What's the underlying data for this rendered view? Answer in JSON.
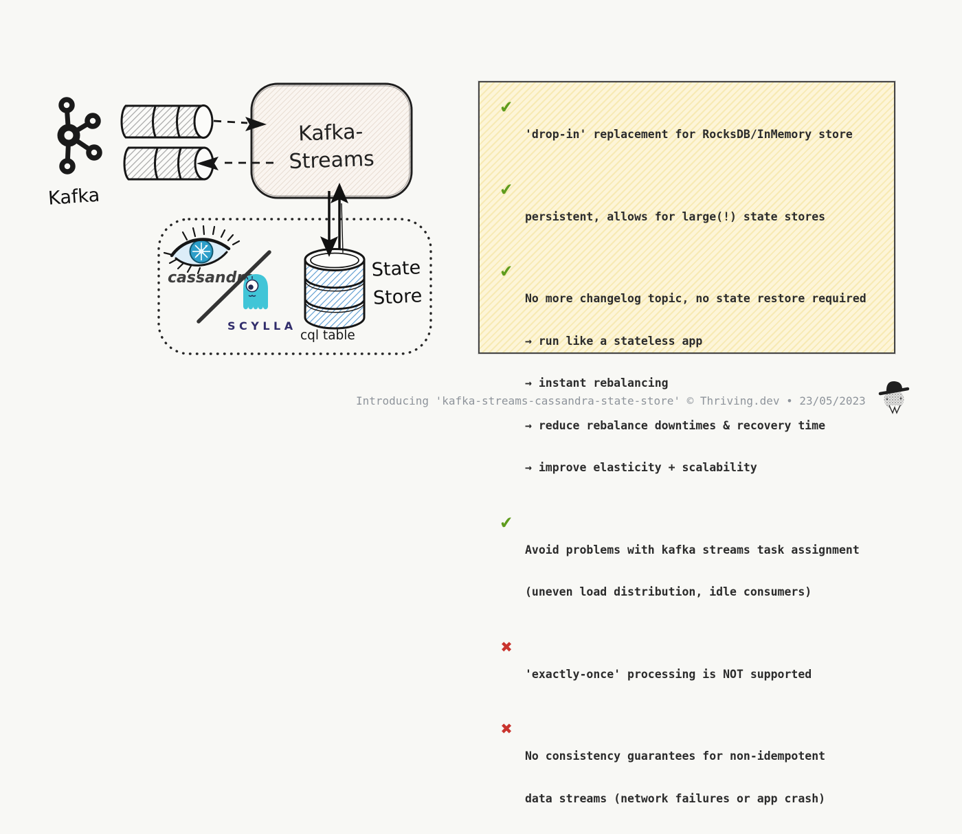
{
  "diagram": {
    "kafka_label": "Kafka",
    "kafka_streams_line1": "Kafka-",
    "kafka_streams_line2": "Streams",
    "state_store_line1": "State",
    "state_store_line2": "Store",
    "cql_table_label": "cql table",
    "cassandra_label": "cassandra",
    "scylla_label": "SCYLLA"
  },
  "notes": {
    "items": [
      {
        "icon": "checkmark",
        "glyph": "✔",
        "lines": [
          "'drop-in' replacement for RocksDB/InMemory store"
        ]
      },
      {
        "icon": "checkmark",
        "glyph": "✔",
        "lines": [
          "persistent, allows for large(!) state stores"
        ]
      },
      {
        "icon": "checkmark",
        "glyph": "✔",
        "lines": [
          "No more changelog topic, no state restore required",
          "→ run like a stateless app",
          "→ instant rebalancing",
          "→ reduce rebalance downtimes & recovery time",
          "→ improve elasticity + scalability"
        ]
      },
      {
        "icon": "checkmark",
        "glyph": "✔",
        "lines": [
          "Avoid problems with kafka streams task assignment",
          "(uneven load distribution, idle consumers)"
        ]
      },
      {
        "icon": "cross",
        "glyph": "✖",
        "lines": [
          "'exactly-once' processing is NOT supported"
        ]
      },
      {
        "icon": "cross",
        "glyph": "✖",
        "lines": [
          "No consistency guarantees for non-idempotent",
          "data streams (network failures or app crash)"
        ]
      }
    ]
  },
  "footer": {
    "credit": "Introducing 'kafka-streams-cassandra-state-store' © Thriving.dev • 23/05/2023"
  },
  "colors": {
    "ink": "#1a1a1a",
    "check": "#5f9c1d",
    "cross": "#c9342e",
    "panel_bg": "#fdf5d8",
    "panel_hatch": "#f3e29b",
    "panel_border": "#454545",
    "note_text": "#2b2b2b",
    "footer_text": "#8e949b",
    "db_hatch_blue": "#5b9bd0",
    "scylla_cyan": "#41c5d7",
    "scylla_navy": "#312d6b",
    "cassandra_blue": "#2d9ec9"
  }
}
